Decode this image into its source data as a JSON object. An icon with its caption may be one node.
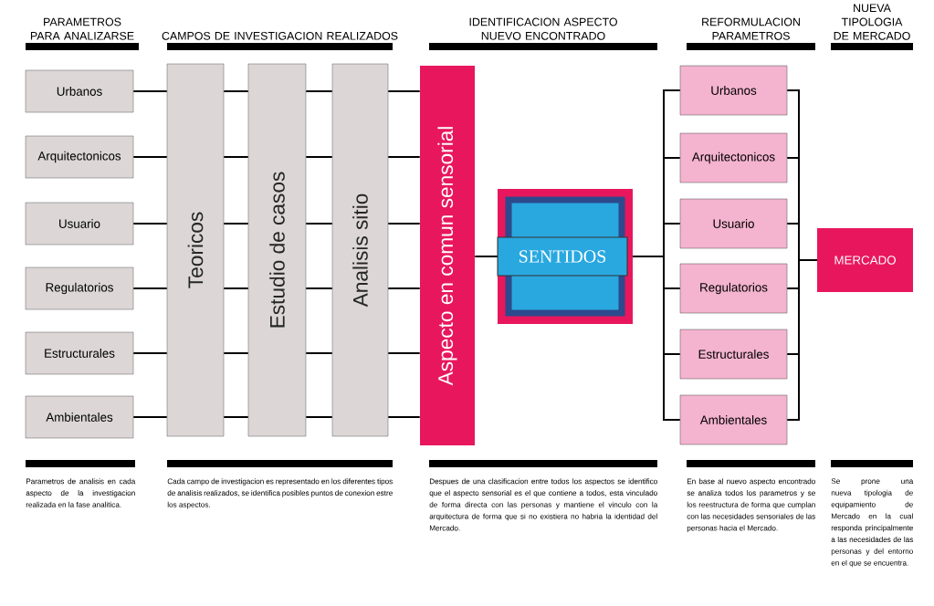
{
  "diagram": {
    "nodes": [
      {
        "text": [
          "Urbanos"
        ]
      },
      {
        "text": [
          "Arquitectonicos"
        ]
      },
      {
        "text": [
          "Usuario"
        ]
      },
      {
        "text": [
          "Regulatorios"
        ]
      },
      {
        "text": [
          "Estructurales"
        ]
      },
      {
        "text": [
          "Ambientales"
        ]
      },
      {
        "text": [
          "Teoricos"
        ]
      },
      {
        "text": [
          "Estudio de casos"
        ]
      },
      {
        "text": [
          "Analisis sitio"
        ]
      },
      {
        "text": [
          "Aspecto en comun sensorial"
        ]
      },
      {
        "text": [
          "SENTIDOS"
        ]
      },
      {
        "text": [
          "Urbanos"
        ]
      },
      {
        "text": [
          "Arquitectonicos"
        ]
      },
      {
        "text": [
          "Usuario"
        ]
      },
      {
        "text": [
          "Regulatorios"
        ]
      },
      {
        "text": [
          "Estructurales"
        ]
      },
      {
        "text": [
          "Ambientales"
        ]
      },
      {
        "text": [
          "MERCADO"
        ]
      }
    ],
    "edges": [
      {
        "from": 0,
        "to": 6,
        "arrow": "none"
      },
      {
        "from": 1,
        "to": 6,
        "arrow": "none"
      },
      {
        "from": 2,
        "to": 6,
        "arrow": "none"
      },
      {
        "from": 3,
        "to": 6,
        "arrow": "none"
      },
      {
        "from": 4,
        "to": 6,
        "arrow": "none"
      },
      {
        "from": 5,
        "to": 6,
        "arrow": "none"
      },
      {
        "from": 6,
        "to": 7,
        "arrow": "none"
      },
      {
        "from": 6,
        "to": 7,
        "arrow": "none"
      },
      {
        "from": 6,
        "to": 7,
        "arrow": "none"
      },
      {
        "from": 6,
        "to": 7,
        "arrow": "none"
      },
      {
        "from": 6,
        "to": 7,
        "arrow": "none"
      },
      {
        "from": 6,
        "to": 7,
        "arrow": "none"
      },
      {
        "from": 7,
        "to": 8,
        "arrow": "none"
      },
      {
        "from": 7,
        "to": 8,
        "arrow": "none"
      },
      {
        "from": 7,
        "to": 8,
        "arrow": "none"
      },
      {
        "from": 7,
        "to": 8,
        "arrow": "none"
      },
      {
        "from": 7,
        "to": 8,
        "arrow": "none"
      },
      {
        "from": 7,
        "to": 8,
        "arrow": "none"
      },
      {
        "from": 8,
        "to": 9,
        "arrow": "none"
      },
      {
        "from": 8,
        "to": 9,
        "arrow": "none"
      },
      {
        "from": 8,
        "to": 9,
        "arrow": "none"
      },
      {
        "from": 8,
        "to": 9,
        "arrow": "none"
      },
      {
        "from": 8,
        "to": 9,
        "arrow": "none"
      },
      {
        "from": 8,
        "to": 9,
        "arrow": "none"
      },
      {
        "from": 9,
        "to": 10,
        "arrow": "none"
      },
      {
        "from": 10,
        "to": 11,
        "arrow": "none"
      },
      {
        "from": 10,
        "to": 12,
        "arrow": "none"
      },
      {
        "from": 10,
        "to": 13,
        "arrow": "none"
      },
      {
        "from": 10,
        "to": 14,
        "arrow": "none"
      },
      {
        "from": 10,
        "to": 15,
        "arrow": "none"
      },
      {
        "from": 10,
        "to": 16,
        "arrow": "none"
      },
      {
        "from": 11,
        "to": 17,
        "arrow": "none"
      },
      {
        "from": 12,
        "to": 17,
        "arrow": "none"
      },
      {
        "from": 13,
        "to": 17,
        "arrow": "none"
      },
      {
        "from": 14,
        "to": 17,
        "arrow": "none"
      },
      {
        "from": 15,
        "to": 17,
        "arrow": "none"
      },
      {
        "from": 16,
        "to": 17,
        "arrow": "none"
      }
    ],
    "labels": [
      "PARAMETROS PARA ANALIZARSE",
      "CAMPOS DE INVESTIGACION REALIZADOS",
      "IDENTIFICACION ASPECTO NUEVO ENCONTRADO",
      "REFORMULACION PARAMETROS",
      "NUEVA TIPOLOGIA DE MERCADO",
      "Parametros de analisis en cada aspecto de la investigacion realizada en la fase analitica.",
      "Cada campo de investigacion es representado en los diferentes tipos de analisis realizados, se identifica posibles puntos de conexion estre los aspectos.",
      "Despues de una clasificacion entre todos los aspectos se identifico que el aspecto sensorial es el que contiene a todos, esta vinculado de forma directa con las personas y mantiene el vinculo con la arquitectura de forma que si no existiera no habria la identidad del Mercado.",
      "En base al nuevo aspecto encontrado se analiza todos los parametros y se los reestructura de forma que cumplan con las necesidades sensoriales de las personas hacia el Mercado.",
      "Se prone una nueva tipologia de equipamiento de Mercado en la cual responda principalmente a las necesidades de las personas y del entorno en el que se encuentra."
    ]
  }
}
